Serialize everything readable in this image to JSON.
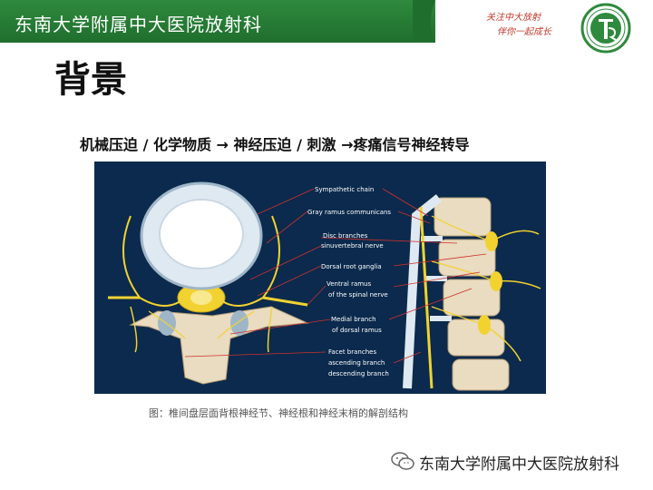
{
  "header": {
    "title": "东南大学附属中大医院放射科",
    "slogan_line1": "关注中大放射",
    "slogan_line2": "伴你一起成长"
  },
  "page": {
    "title": "背景",
    "subtitle": "机械压迫 / 化学物质 → 神经压迫 / 刺激 →疼痛信号神经转导",
    "caption": "图：椎间盘层面背根神经节、神经根和神经末梢的解剖结构"
  },
  "figure": {
    "labels": {
      "sympathetic_chain": "Sympathetic chain",
      "gray_ramus": "Gray ramus communicans",
      "disc_branches": "Disc branches",
      "sinuvertebral": "sinuvertebral nerve",
      "dorsal_root_ganglia": "Dorsal root ganglia",
      "ventral_ramus": "Ventral ramus",
      "of_spinal_nerve": "of the spinal nerve",
      "medial_branch": "Medial branch",
      "of_dorsal_ramus": "of dorsal ramus",
      "facet_branches": "Facet branches",
      "ascending_branch": "ascending branch",
      "descending_branch": "descending branch"
    }
  },
  "footer": {
    "text": "东南大学附属中大医院放射科"
  },
  "colors": {
    "header_green": "#1f6e2d",
    "slogan_red": "#c0392b",
    "figure_bg": "#0b2a4d",
    "nerve_yellow": "#f2d230",
    "leader_red": "#d0312d"
  },
  "icons": {
    "logo": "hospital-logo-icon",
    "wechat": "wechat-icon"
  }
}
